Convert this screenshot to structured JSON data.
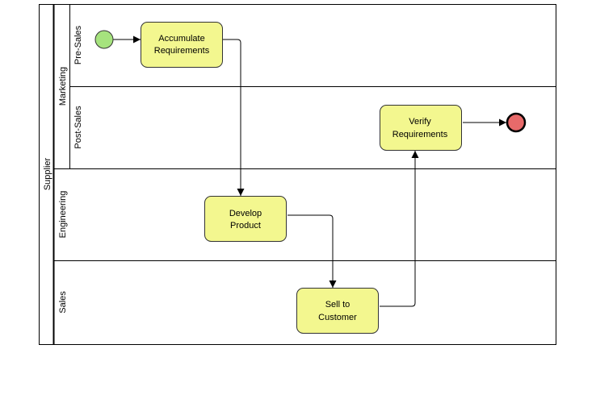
{
  "pool": {
    "label": "Supplier"
  },
  "lanes": {
    "marketing": {
      "label": "Marketing",
      "sublanes": {
        "pre_sales": "Pre-Sales",
        "post_sales": "Post-Sales"
      }
    },
    "engineering": "Engineering",
    "sales": "Sales"
  },
  "tasks": {
    "accumulate": [
      "Accumulate",
      "Requirements"
    ],
    "develop": [
      "Develop",
      "Product"
    ],
    "sell": [
      "Sell to",
      "Customer"
    ],
    "verify": [
      "Verify",
      "Requirements"
    ]
  },
  "colors": {
    "task_fill": "#f3f78f",
    "task_stroke": "#333333",
    "start_fill": "#a6e37e",
    "end_fill": "#e86a6a",
    "line": "#000000"
  }
}
